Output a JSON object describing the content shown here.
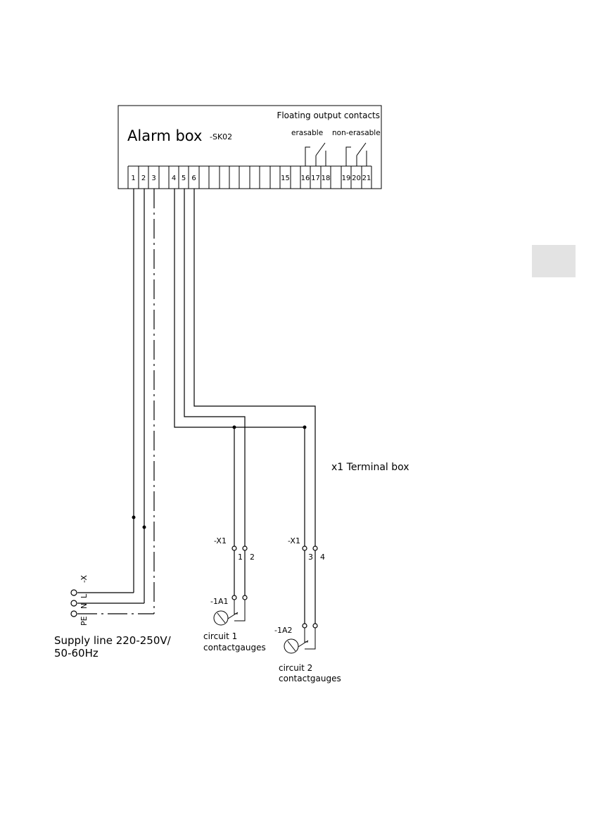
{
  "alarm_box": {
    "title": "Alarm box",
    "code": "-SK02",
    "outputs_title": "Floating output contacts",
    "erasable": "erasable",
    "non_erasable": "non-erasable",
    "terminals_left": [
      "1",
      "2",
      "3"
    ],
    "terminals_mid": [
      "4",
      "5",
      "6"
    ],
    "terminal_15": "15",
    "terminals_erasable": [
      "16",
      "17",
      "18"
    ],
    "terminals_non_erasable": [
      "19",
      "20",
      "21"
    ]
  },
  "terminal_box_label": "x1 Terminal box",
  "supply": {
    "code": "-X",
    "pe": "PE",
    "n": "N",
    "l": "L",
    "label_line1": "Supply line 220-250V/",
    "label_line2": "50-60Hz"
  },
  "circuit1": {
    "x_code": "-X1",
    "terminals": [
      "1",
      "2"
    ],
    "gauge_code": "-1A1",
    "label_line1": "circuit 1",
    "label_line2": "contactgauges"
  },
  "circuit2": {
    "x_code": "-X1",
    "terminals": [
      "3",
      "4"
    ],
    "gauge_code": "-1A2",
    "label_line1": "circuit 2",
    "label_line2": "contactgauges"
  },
  "colors": {
    "tab": "#e3e3e3",
    "line": "#000000"
  }
}
